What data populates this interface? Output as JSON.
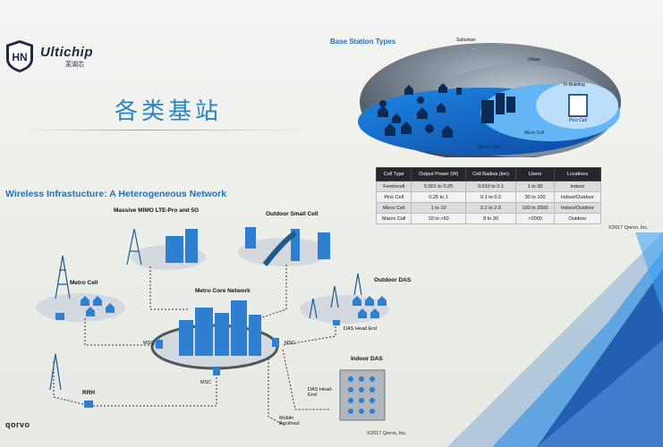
{
  "header": {
    "logo_text": "Ultichip",
    "logo_sub": "芜湖芯",
    "badge_letters": "HN",
    "title_cn": "各类基站"
  },
  "base_station": {
    "title": "Base Station Types",
    "zones": [
      "Suburban",
      "Urban",
      "In-Building",
      "Pico Cell",
      "Micro Cell",
      "Macro Cell"
    ]
  },
  "cell_table": {
    "headers": [
      "Cell Type",
      "Output Power (W)",
      "Cell Radius (km)",
      "Users",
      "Locations"
    ],
    "rows": [
      [
        "Femtocell",
        "0.001 to 0.25",
        "0.010 to 0.1",
        "1 to 30",
        "Indoor"
      ],
      [
        "Pico Cell",
        "0.25 to 1",
        "0.1 to 0.2",
        "30 to 100",
        "Indoor/Outdoor"
      ],
      [
        "Micro Cell",
        "1 to 10",
        "0.2 to 2.0",
        "100 to 2000",
        "Indoor/Outdoor"
      ],
      [
        "Macro Cell",
        "10 to >50",
        "8 to 30",
        ">2000",
        "Outdoor"
      ]
    ],
    "copyright": "©2017 Qorvo, Inc."
  },
  "network": {
    "title": "Wireless Infrastucture: A Heterogeneous Network",
    "labels": {
      "mimo": "Massive MIMO LTE-Pro and 5G",
      "small_cell": "Outdoor Small Cell",
      "metro_cell": "Metro Cell",
      "metro_core": "Metro Core Network",
      "outdoor_das": "Outdoor DAS",
      "das_head_end": "DAS Head End",
      "msc_left": "MSC",
      "msc_right": "MSC",
      "msc_bottom": "MSC",
      "rrh": "RRH",
      "indoor_das": "Indoor DAS",
      "das_head_end2": "DAS Head-End",
      "mobile_backhaul": "Mobile Backhaul",
      "qorvo": "qorvo",
      "copyright": "©2017 Qorvo, Inc."
    }
  },
  "colors": {
    "accent": "#1a73c2",
    "dome_dark": "#1565c0",
    "dome_light": "#90caf9",
    "table_header": "#25272c"
  }
}
